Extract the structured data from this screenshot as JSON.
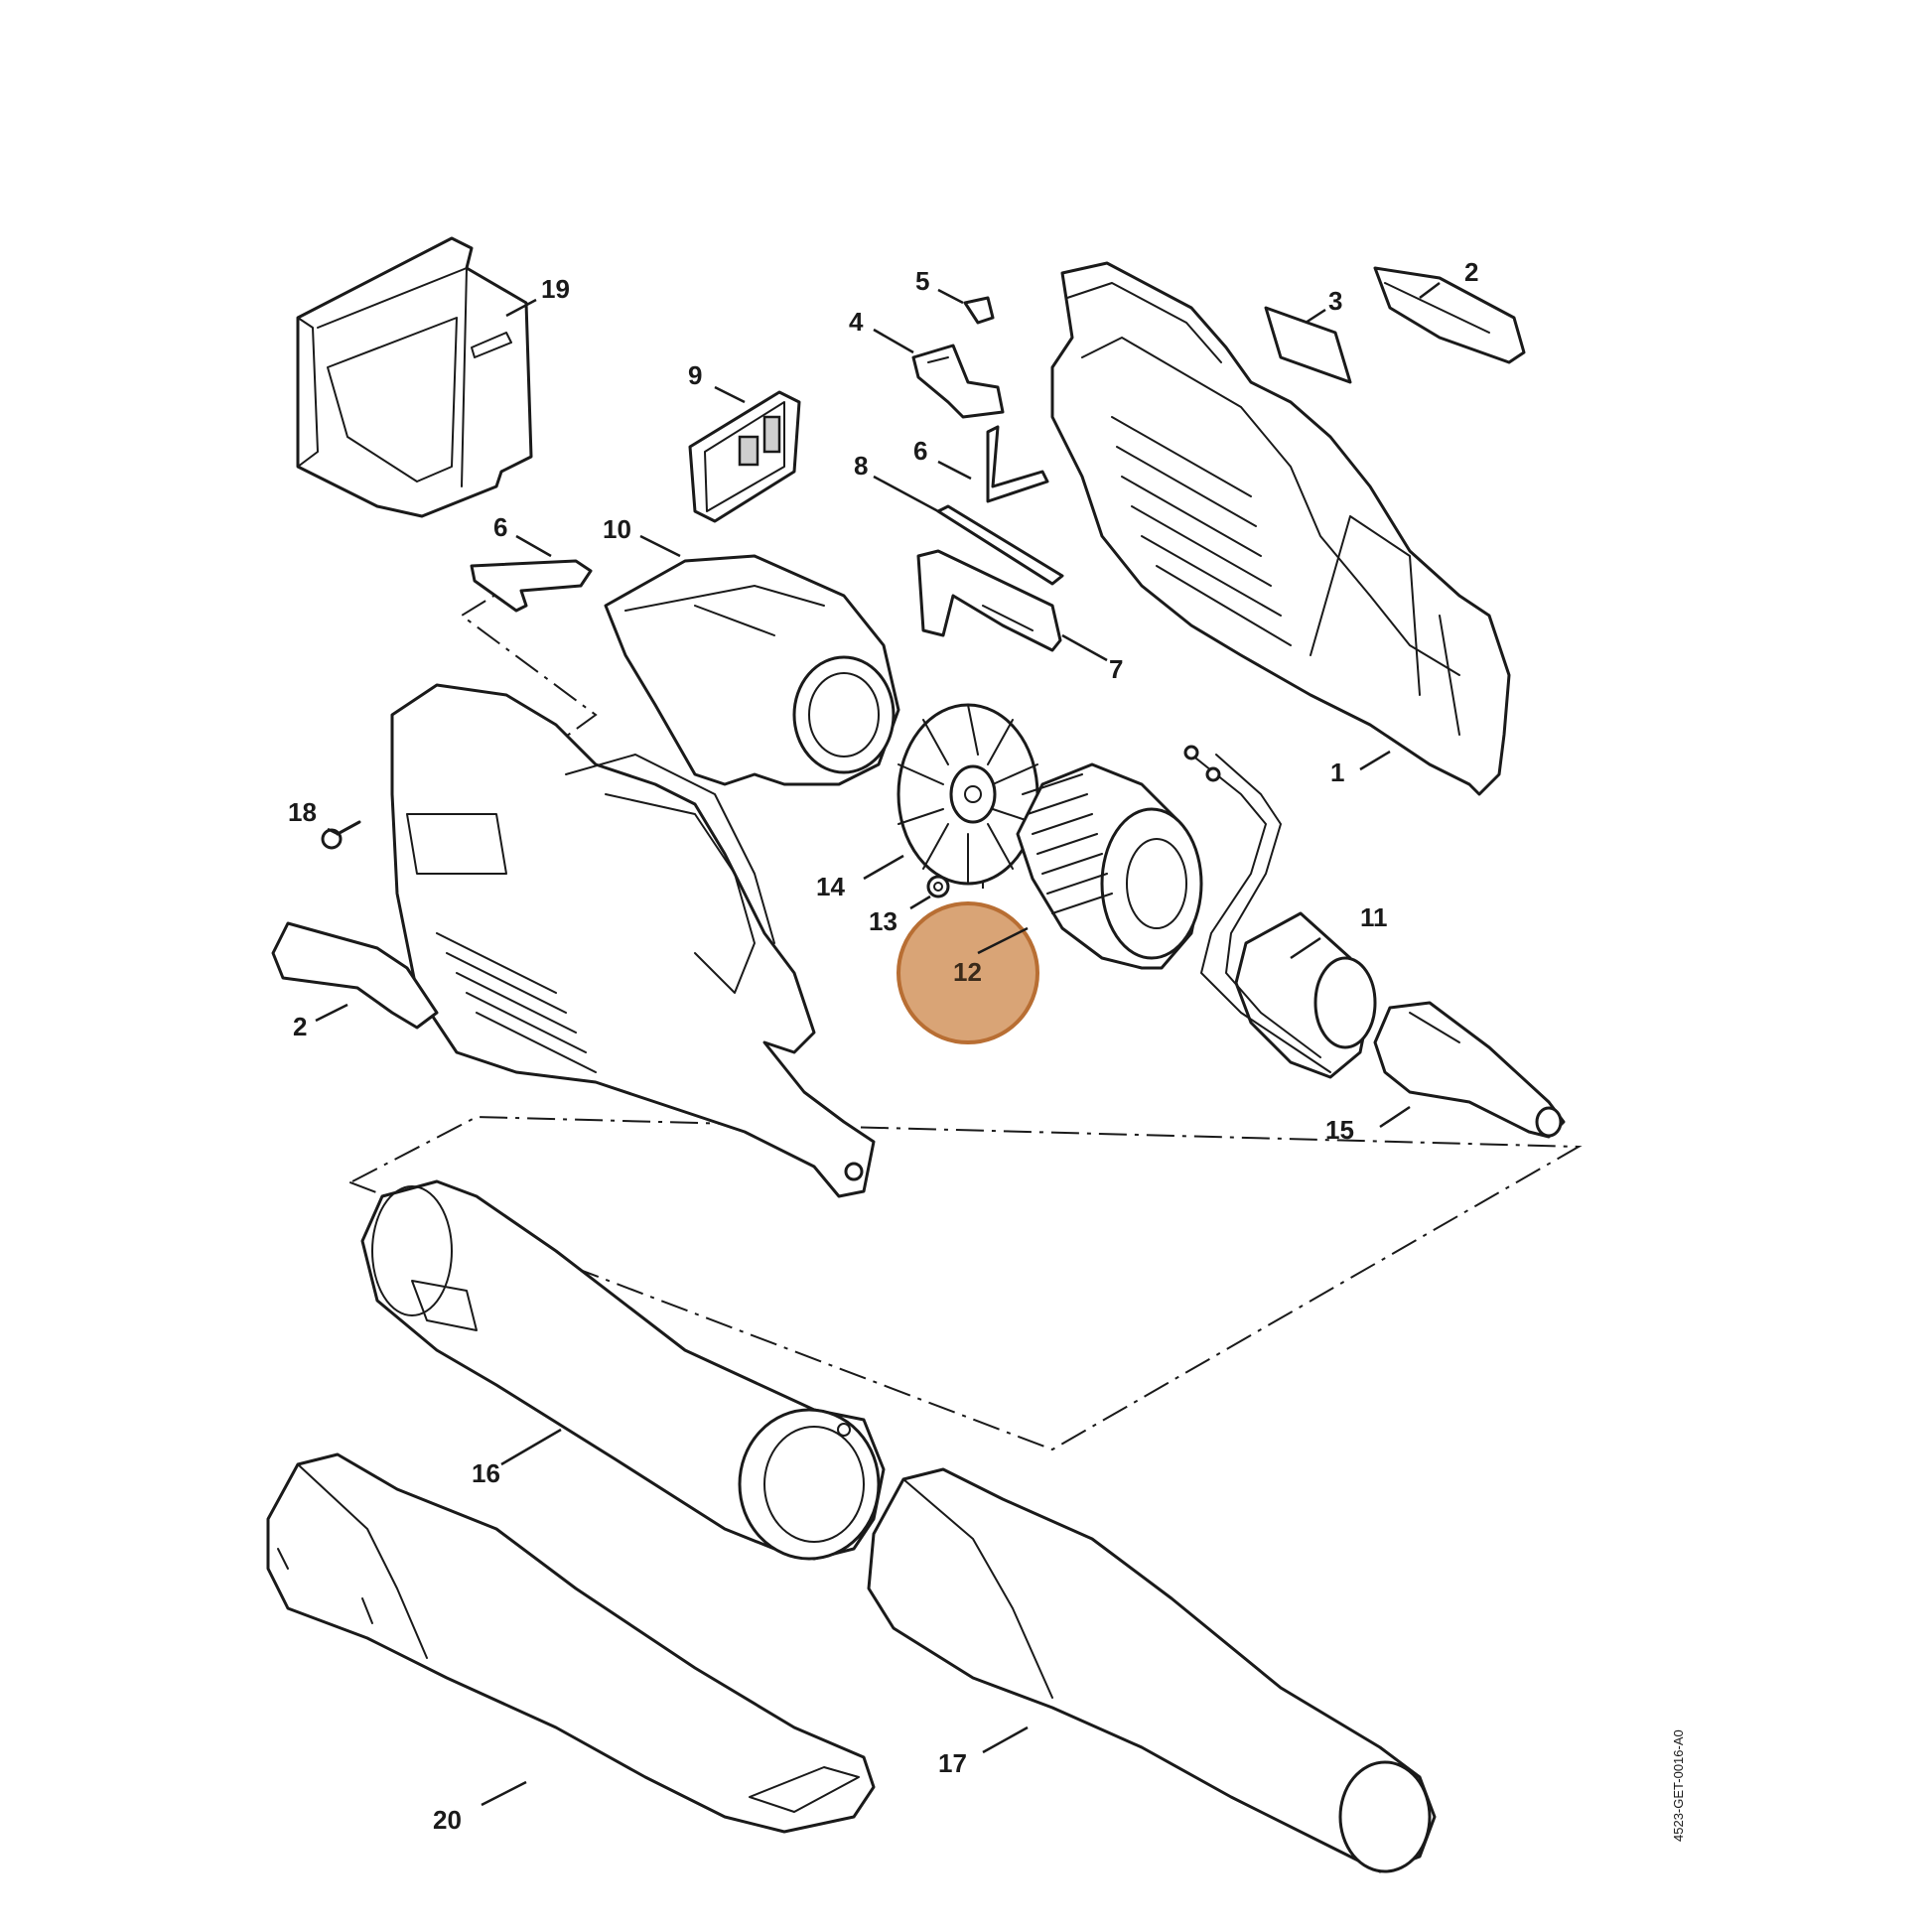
{
  "diagram": {
    "highlight_color": "#d9a476",
    "highlight_border_color": "#b86e33",
    "highlighted_part": "12",
    "drawing_code": "4523-GET-0016-A0",
    "callouts": {
      "c1": "1",
      "c2a": "2",
      "c2b": "2",
      "c3": "3",
      "c4": "4",
      "c5": "5",
      "c6a": "6",
      "c6b": "6",
      "c7": "7",
      "c8": "8",
      "c9": "9",
      "c10": "10",
      "c11": "11",
      "c12": "12",
      "c13": "13",
      "c14": "14",
      "c15": "15",
      "c16": "16",
      "c17": "17",
      "c18": "18",
      "c19": "19",
      "c20": "20"
    }
  }
}
